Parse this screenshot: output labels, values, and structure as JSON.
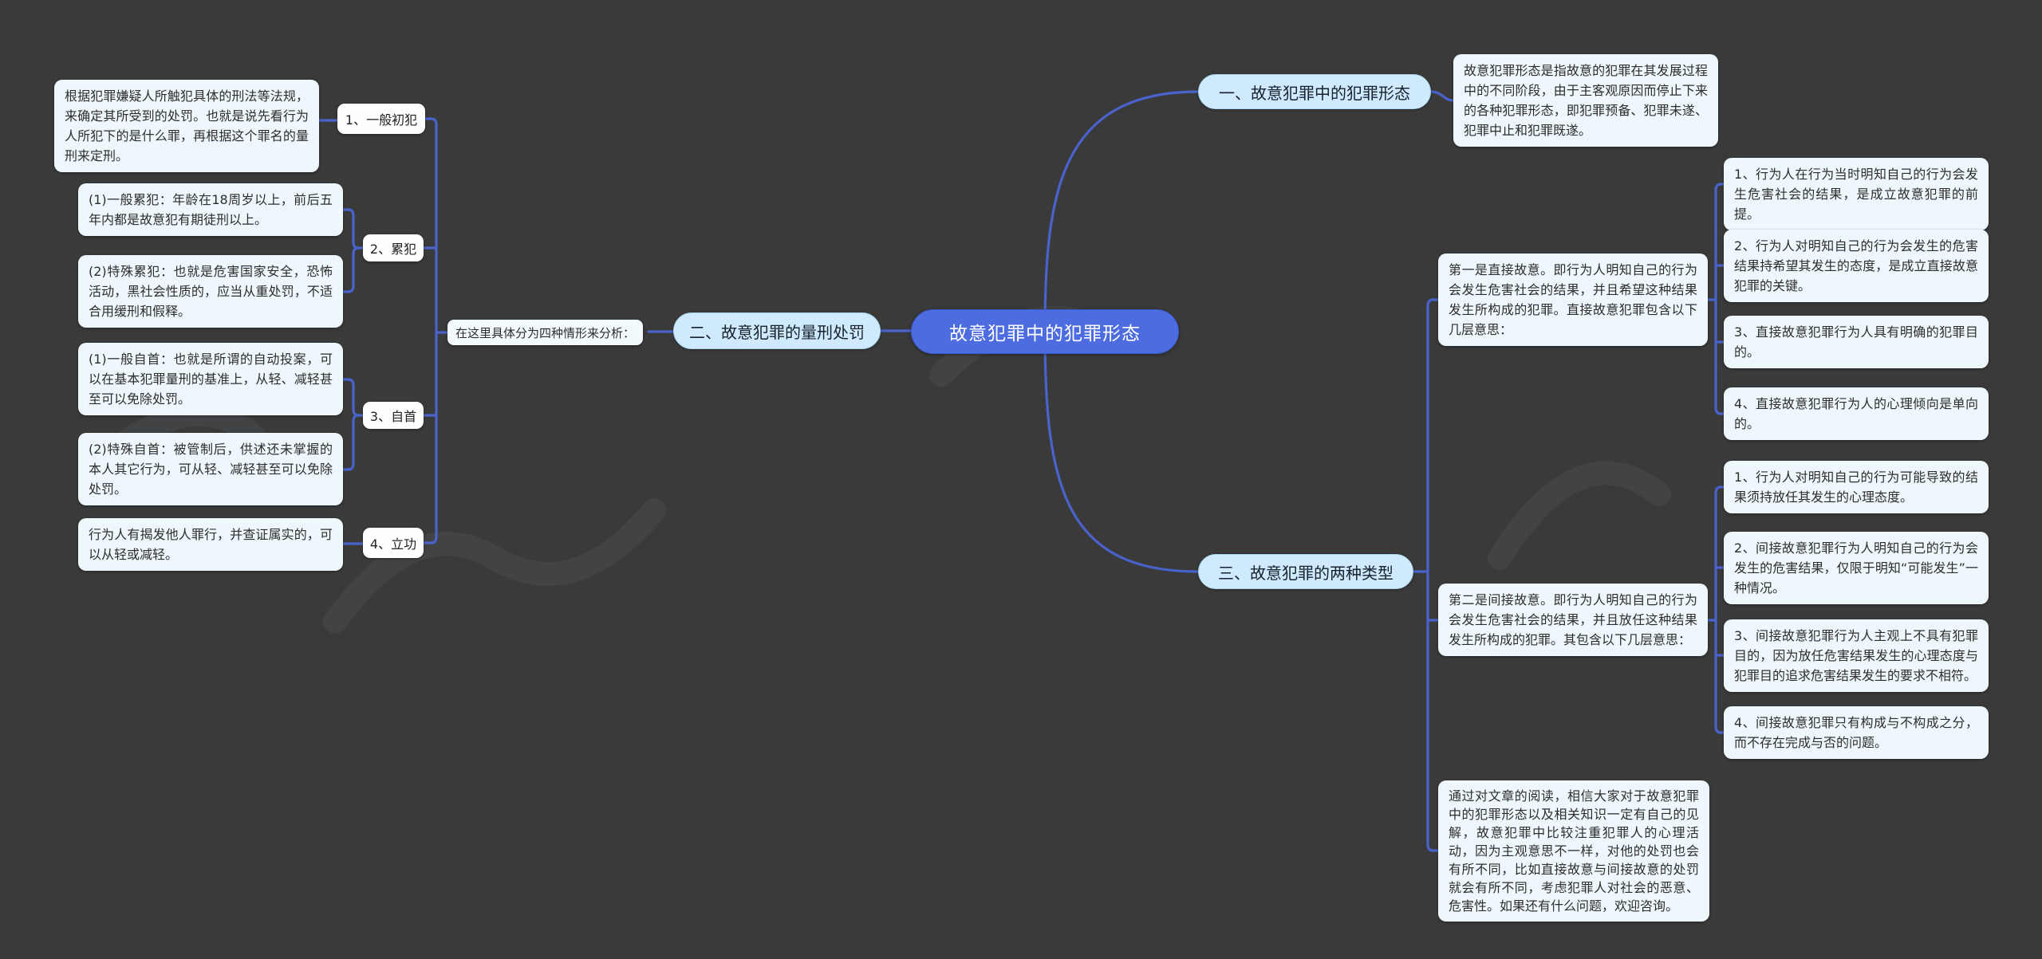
{
  "title": "故意犯罪中的犯罪形态",
  "colors": {
    "background": "#3a3a3b",
    "connector_line": "#4a63cc",
    "center_node_fill": "#4c6ce0",
    "topic_pill_fill": "#cfeafd",
    "content_box_fill": "#eef7fc"
  },
  "center": {
    "label": "故意犯罪中的犯罪形态"
  },
  "branch1": {
    "topic": "一、故意犯罪中的犯罪形态",
    "note": "故意犯罪形态是指故意的犯罪在其发展过程中的不同阶段，由于主客观原因而停止下来的各种犯罪形态，即犯罪预备、犯罪未遂、犯罪中止和犯罪既遂。"
  },
  "branch2": {
    "topic": "二、故意犯罪的量刑处罚",
    "note": "在这里具体分为四种情形来分析：",
    "items": [
      {
        "label": "1、一般初犯",
        "details": [
          "根据犯罪嫌疑人所触犯具体的刑法等法规，来确定其所受到的处罚。也就是说先看行为人所犯下的是什么罪，再根据这个罪名的量刑来定刑。"
        ]
      },
      {
        "label": "2、累犯",
        "details": [
          "(1)一般累犯：年龄在18周岁以上，前后五年内都是故意犯有期徒刑以上。",
          "(2)特殊累犯：也就是危害国家安全，恐怖活动，黑社会性质的，应当从重处罚，不适合用缓刑和假释。"
        ]
      },
      {
        "label": "3、自首",
        "details": [
          "(1)一般自首：也就是所谓的自动投案，可以在基本犯罪量刑的基准上，从轻、减轻甚至可以免除处罚。",
          "(2)特殊自首：被管制后，供述还未掌握的本人其它行为，可从轻、减轻甚至可以免除处罚。"
        ]
      },
      {
        "label": "4、立功",
        "details": [
          "行为人有揭发他人罪行，并查证属实的，可以从轻或减轻。"
        ]
      }
    ]
  },
  "branch3": {
    "topic": "三、故意犯罪的两种类型",
    "direct": {
      "summary": "第一是直接故意。即行为人明知自己的行为会发生危害社会的结果，并且希望这种结果发生所构成的犯罪。直接故意犯罪包含以下几层意思：",
      "points": [
        "1、行为人在行为当时明知自己的行为会发生危害社会的结果，是成立故意犯罪的前提。",
        "2、行为人对明知自己的行为会发生的危害结果持希望其发生的态度，是成立直接故意犯罪的关键。",
        "3、直接故意犯罪行为人具有明确的犯罪目的。",
        "4、直接故意犯罪行为人的心理倾向是单向的。"
      ]
    },
    "indirect": {
      "summary": "第二是间接故意。即行为人明知自己的行为会发生危害社会的结果，并且放任这种结果发生所构成的犯罪。其包含以下几层意思：",
      "points": [
        "1、行为人对明知自己的行为可能导致的结果须持放任其发生的心理态度。",
        "2、间接故意犯罪行为人明知自己的行为会发生的危害结果，仅限于明知“可能发生”一种情况。",
        "3、间接故意犯罪行为人主观上不具有犯罪目的，因为放任危害结果发生的心理态度与犯罪目的追求危害结果发生的要求不相符。",
        "4、间接故意犯罪只有构成与不构成之分，而不存在完成与否的问题。"
      ]
    },
    "conclusion": "通过对文章的阅读，相信大家对于故意犯罪中的犯罪形态以及相关知识一定有自己的见解，故意犯罪中比较注重犯罪人的心理活动，因为主观意思不一样，对他的处罚也会有所不同，比如直接故意与间接故意的处罚就会有所不同，考虑犯罪人对社会的恶意、危害性。如果还有什么问题，欢迎咨询。"
  }
}
